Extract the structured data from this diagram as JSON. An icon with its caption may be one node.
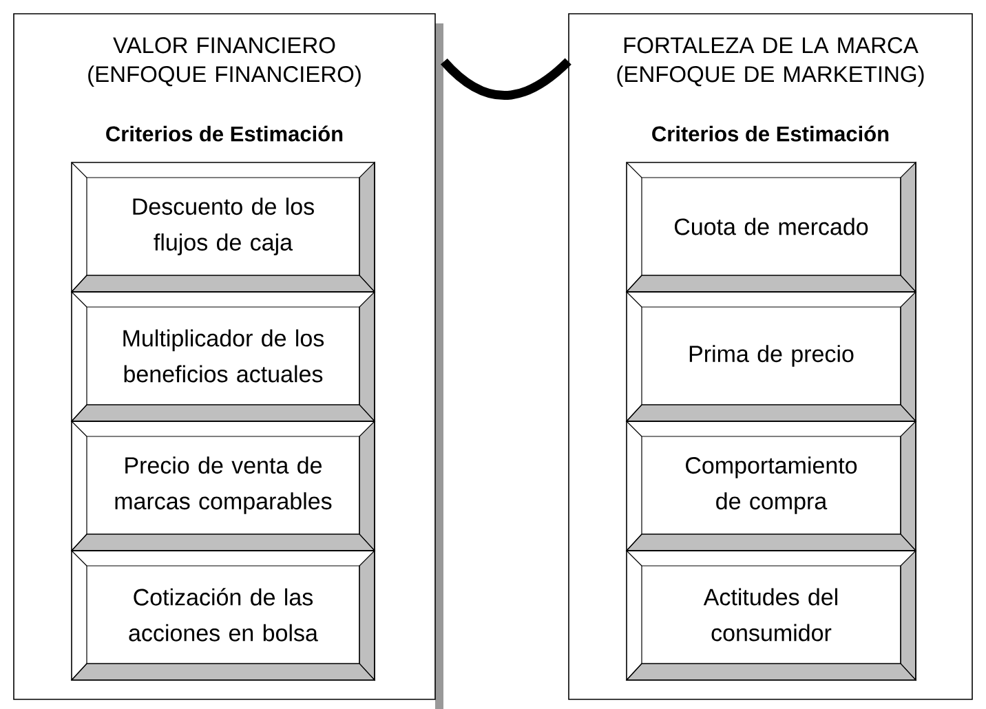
{
  "diagram": {
    "nodes": [
      {
        "text": [
          "VALOR FINANCIERO (ENFOQUE FINANCIERO)",
          "Criterios de Estimación"
        ]
      },
      {
        "text": [
          "Descuento de los flujos de caja"
        ],
        "in": 0
      },
      {
        "text": [
          "Multiplicador de los beneficios actuales"
        ],
        "in": 0
      },
      {
        "text": [
          "Precio de venta de marcas comparables"
        ],
        "in": 0
      },
      {
        "text": [
          "Cotización de las acciones en bolsa"
        ],
        "in": 0
      },
      {
        "text": [
          "FORTALEZA DE LA MARCA (ENFOQUE DE MARKETING)",
          "Criterios de Estimación"
        ]
      },
      {
        "text": [
          "Cuota de mercado"
        ],
        "in": 5
      },
      {
        "text": [
          "Prima de precio"
        ],
        "in": 5
      },
      {
        "text": [
          "Comportamiento de compra"
        ],
        "in": 5
      },
      {
        "text": [
          "Actitudes del consumidor"
        ],
        "in": 5
      }
    ],
    "edges": [
      {
        "from": 0,
        "to": 5,
        "arrow": "none"
      }
    ]
  }
}
